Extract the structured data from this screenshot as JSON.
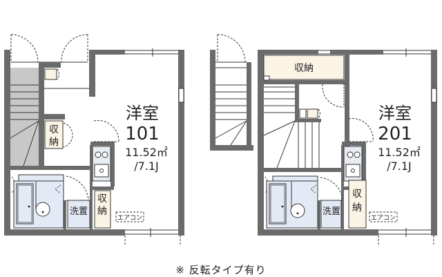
{
  "units": [
    {
      "id": "101",
      "room_label": "洋室",
      "room_number": "101",
      "area": "11.52㎡",
      "size_jo": "/7.1J",
      "storage_labels": [
        "収",
        "納"
      ],
      "storage2_labels": [
        "収",
        "納"
      ],
      "laundry_label": "洗置",
      "ac_label": "エアコン"
    },
    {
      "id": "201",
      "room_label": "洋室",
      "room_number": "201",
      "area": "11.52㎡",
      "size_jo": "/7.1J",
      "top_storage_label": "収納",
      "storage2_labels": [
        "収",
        "納"
      ],
      "laundry_label": "洗置",
      "ac_label": "エアコン"
    }
  ],
  "note": "※ 反転タイプ有り",
  "colors": {
    "wall": "#6b6b6b",
    "storage": "#fbf3e4",
    "wet_area": "#e3e9f5",
    "stairs_101": "#c8c8c8"
  }
}
